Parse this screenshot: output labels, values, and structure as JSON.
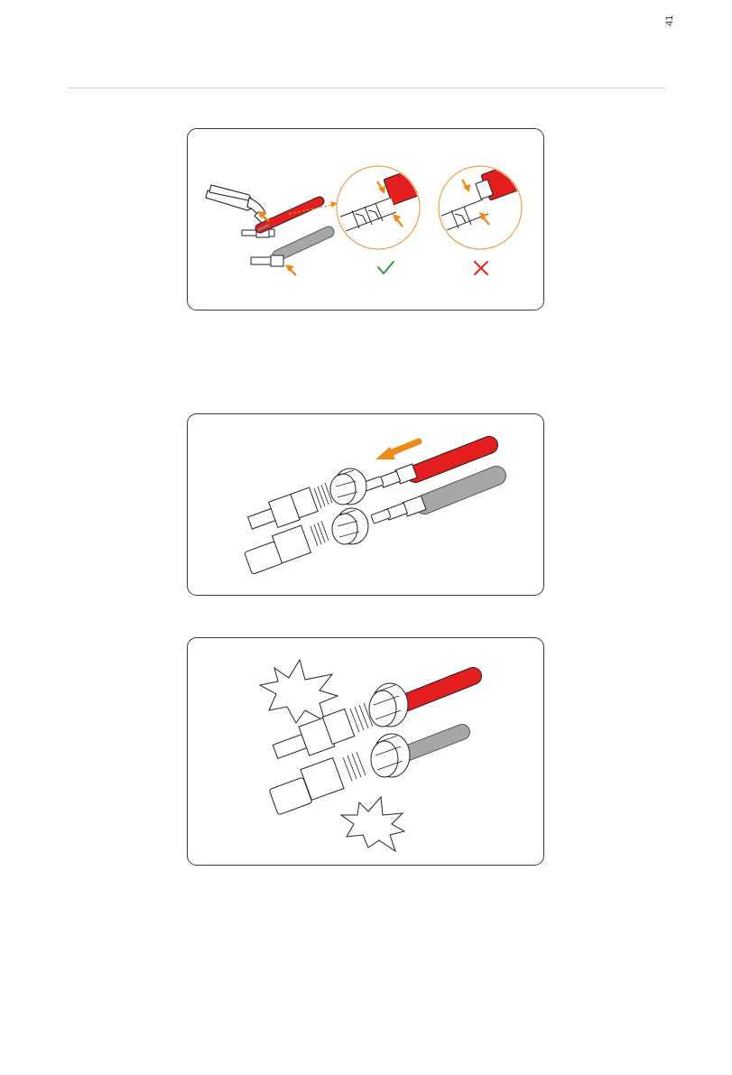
{
  "page": {
    "page_number": "41"
  },
  "figures": [
    {
      "id": "crimp-contact",
      "ok_icon": "checkmark-icon",
      "not_ok_icon": "cross-icon"
    },
    {
      "id": "insert-contact"
    },
    {
      "id": "tighten-nut",
      "callout_icon": "click-burst-icon"
    }
  ],
  "colors": {
    "red_cable": "#e41d1f",
    "gray_cable": "#9e9e9e",
    "arrow_orange": "#ee8a17",
    "ok_green": "#2e9b3c",
    "error_red": "#e02424",
    "line": "#222222"
  }
}
